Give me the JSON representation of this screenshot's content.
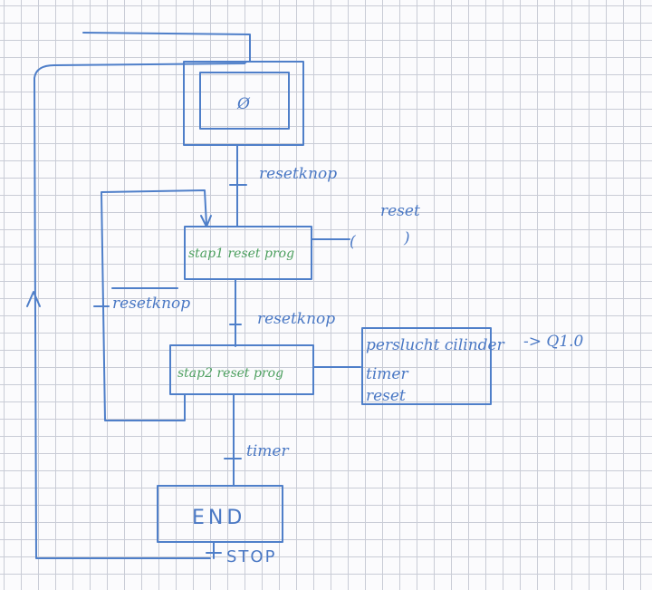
{
  "diagram": {
    "initial_step": {
      "label": "Ø"
    },
    "transition_1": {
      "label": "resetknop"
    },
    "step_1": {
      "label": "stap1 reset prog"
    },
    "step_1_action": {
      "label": "reset",
      "open_bracket": "(",
      "close_bracket": ")"
    },
    "loop_transition": {
      "label": "resetknop",
      "negated": true
    },
    "transition_2": {
      "label": "resetknop"
    },
    "step_2": {
      "label": "stap2 reset prog"
    },
    "step_2_actions": [
      {
        "label": "perslucht cilinder"
      },
      {
        "label": "timer"
      },
      {
        "label": "reset"
      }
    ],
    "output_label": "-> Q1.0",
    "transition_3": {
      "label": "timer"
    },
    "end_step": {
      "label": "END"
    },
    "transition_4": {
      "label": "STOP"
    }
  }
}
